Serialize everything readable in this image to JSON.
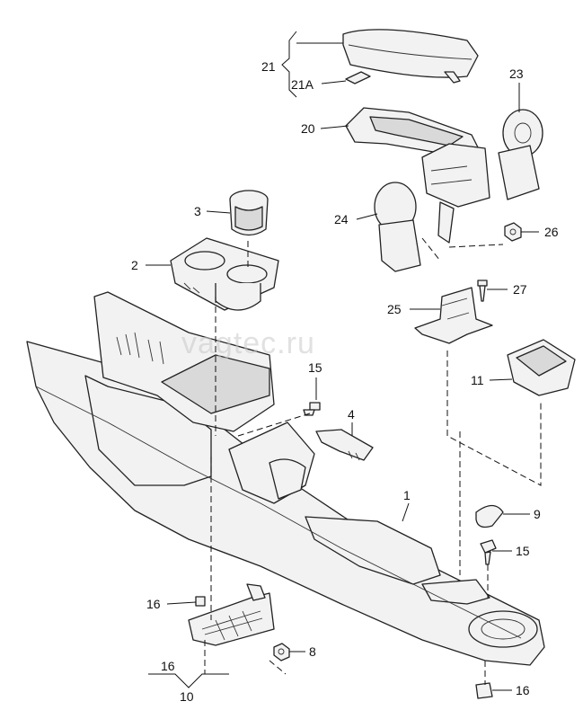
{
  "watermark": "vagtec.ru",
  "callouts": {
    "c1": "1",
    "c2": "2",
    "c3": "3",
    "c4": "4",
    "c8": "8",
    "c9": "9",
    "c10": "10",
    "c11": "11",
    "c15a": "15",
    "c15b": "15",
    "c16a": "16",
    "c16b": "16",
    "c16c": "16",
    "c20": "20",
    "c21": "21",
    "c21a": "21A",
    "c23": "23",
    "c24": "24",
    "c25": "25",
    "c26": "26",
    "c27": "27"
  }
}
